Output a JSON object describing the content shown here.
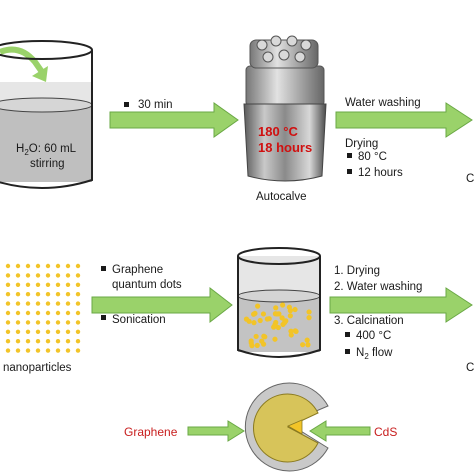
{
  "step1": {
    "beaker_text_line1": "H",
    "beaker_text_sub": "2",
    "beaker_text_line1b": "O: 60 mL",
    "beaker_text_line2": "stirring",
    "arrow_label": "30 min",
    "autoclave_label": "Autocalve",
    "autoclave_temp": "180 °C",
    "autoclave_time": "18 hours",
    "wash_label": "Water washing",
    "drying_label": "Drying",
    "drying_temp": "80 °C",
    "drying_time": "12 hours",
    "cut_letter": "C"
  },
  "step2": {
    "left_label": "nanoparticles",
    "arrow_items": [
      "Graphene",
      "quantum dots",
      "Sonication"
    ],
    "list1": "1. Drying",
    "list2": "2. Water washing",
    "list3": "3. Calcination",
    "temp": "400 °C",
    "flow_prefix": "N",
    "flow_sub": "2",
    "flow_suffix": " flow",
    "cut_letter": "C"
  },
  "legend": {
    "graphene": "Graphene",
    "cds": "CdS"
  },
  "colors": {
    "arrow_green": "#9ad26a",
    "arrow_edge": "#6aa845",
    "dot_yellow": "#f2c428",
    "red_label": "#c81e1e",
    "core_olive": "#d7c45a",
    "shell_gray": "#c9c9c9"
  }
}
